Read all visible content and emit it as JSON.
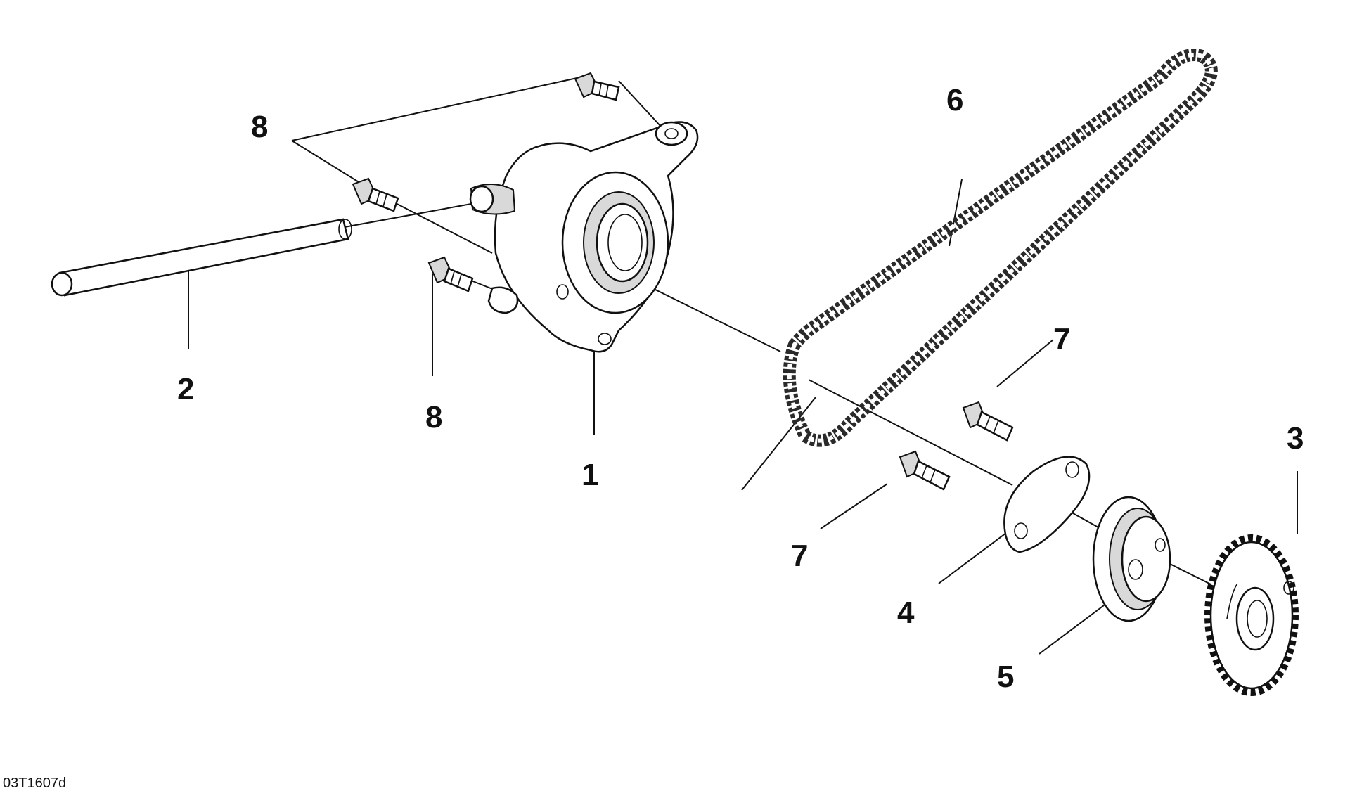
{
  "figure_code": "03T1607d",
  "callouts": [
    {
      "id": "label-1",
      "text": "1"
    },
    {
      "id": "label-2",
      "text": "2"
    },
    {
      "id": "label-3",
      "text": "3"
    },
    {
      "id": "label-4",
      "text": "4"
    },
    {
      "id": "label-5",
      "text": "5"
    },
    {
      "id": "label-6",
      "text": "6"
    },
    {
      "id": "label-7a",
      "text": "7"
    },
    {
      "id": "label-7b",
      "text": "7"
    },
    {
      "id": "label-8a",
      "text": "8"
    },
    {
      "id": "label-8b",
      "text": "8"
    }
  ]
}
